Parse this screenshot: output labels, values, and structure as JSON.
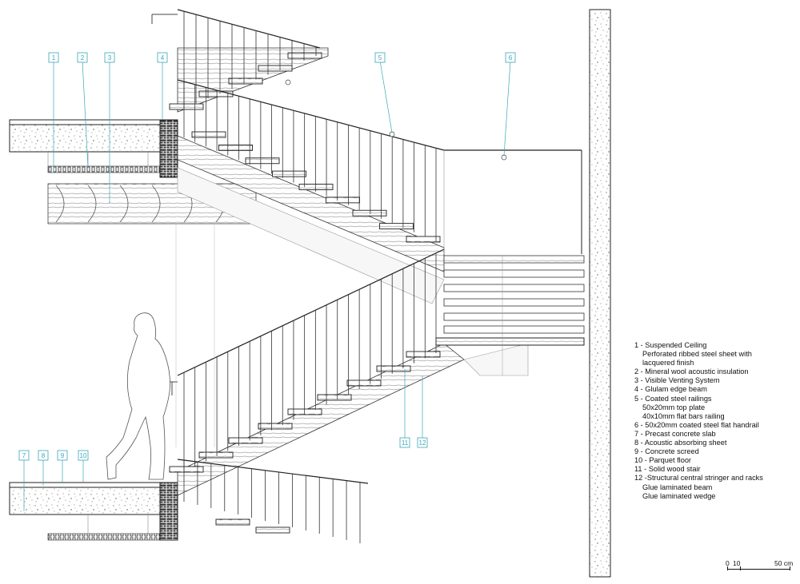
{
  "callouts_upper": [
    "1",
    "2",
    "3",
    "4",
    "5",
    "6"
  ],
  "callouts_lower": [
    "7",
    "8",
    "9",
    "10",
    "11",
    "12"
  ],
  "legend": [
    {
      "label": "1 - Suspended Ceiling",
      "sub": [
        "Perforated ribbed steel sheet with",
        "lacquered finish"
      ]
    },
    {
      "label": "2 - Mineral wool acoustic insulation",
      "sub": []
    },
    {
      "label": "3 - Visible Venting System",
      "sub": []
    },
    {
      "label": "4 - Glulam edge beam",
      "sub": []
    },
    {
      "label": "5 - Coated steel railings",
      "sub": [
        "50x20mm top plate",
        "40x10mm flat bars railing"
      ]
    },
    {
      "label": "6 - 50x20mm coated steel flat handrail",
      "sub": []
    },
    {
      "label": "7 - Precast concrete slab",
      "sub": []
    },
    {
      "label": "8 - Acoustic absorbing sheet",
      "sub": []
    },
    {
      "label": "9 - Concrete screed",
      "sub": []
    },
    {
      "label": "10 - Parquet floor",
      "sub": []
    },
    {
      "label": "11 - Solid wood stair",
      "sub": []
    },
    {
      "label": "12 -Structural central stringer and racks",
      "sub": [
        "Glue laminated beam",
        "Glue laminated wedge"
      ]
    }
  ],
  "scale": {
    "zero": "0",
    "ten": "10",
    "fifty": "50 cm"
  },
  "colors": {
    "callout": "#3aa6b9",
    "line": "#222222",
    "light": "#9a9a9a"
  }
}
